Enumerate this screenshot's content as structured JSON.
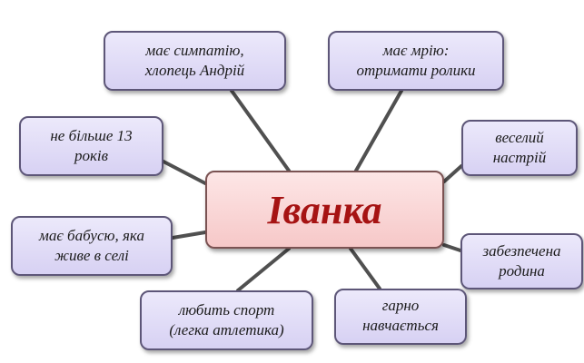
{
  "center": {
    "label": "Іванка"
  },
  "nodes": [
    {
      "id": "n1",
      "label": "має симпатію,\nхлопець Андрій"
    },
    {
      "id": "n2",
      "label": "має мрію:\nотримати ролики"
    },
    {
      "id": "n3",
      "label": "не більше 13\nроків"
    },
    {
      "id": "n4",
      "label": "веселий\nнастрій"
    },
    {
      "id": "n5",
      "label": "має бабусю, яка\nживе в селі"
    },
    {
      "id": "n6",
      "label": "забезпечена\nродина"
    },
    {
      "id": "n7",
      "label": "любить спорт\n(легка атлетика)"
    },
    {
      "id": "n8",
      "label": "гарно\nнавчається"
    }
  ]
}
